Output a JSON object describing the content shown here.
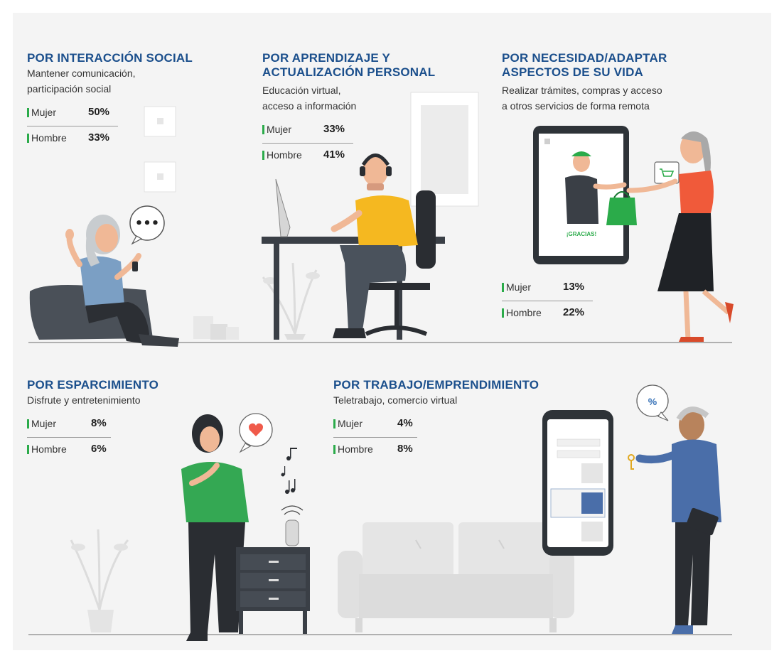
{
  "labels": {
    "mujer": "Mujer",
    "hombre": "Hombre"
  },
  "colors": {
    "title": "#1b4f8c",
    "accent_green": "#2bab4a",
    "panel": "#f4f4f4"
  },
  "sections": [
    {
      "title": "POR INTERACCIÓN SOCIAL",
      "subtitle_lines": [
        "Mantener comunicación,",
        "participación social"
      ],
      "mujer": "50%",
      "hombre": "33%"
    },
    {
      "title_lines": [
        "POR APRENDIZAJE Y",
        "ACTUALIZACIÓN PERSONAL"
      ],
      "subtitle_lines": [
        "Educación virtual,",
        "acceso a información"
      ],
      "mujer": "33%",
      "hombre": "41%"
    },
    {
      "title_lines": [
        "POR NECESIDAD/ADAPTAR",
        "ASPECTOS DE SU VIDA"
      ],
      "subtitle_lines": [
        "Realizar trámites, compras y acceso",
        "a otros servicios de forma remota"
      ],
      "mujer": "13%",
      "hombre": "22%"
    },
    {
      "title": "POR ESPARCIMIENTO",
      "subtitle": "Disfrute y entretenimiento",
      "mujer": "8%",
      "hombre": "6%"
    },
    {
      "title": "POR TRABAJO/EMPRENDIMIENTO",
      "subtitle": "Teletrabajo, comercio virtual",
      "mujer": "4%",
      "hombre": "8%"
    }
  ],
  "illustration_text": {
    "tablet_thanks": "¡GRACIAS!",
    "percent_bubble": "%",
    "chat_dots": "•••"
  },
  "icons": [
    "cart-icon",
    "heart-icon",
    "music-note-icon",
    "speech-bubble-icon",
    "key-icon",
    "smart-speaker-icon"
  ]
}
